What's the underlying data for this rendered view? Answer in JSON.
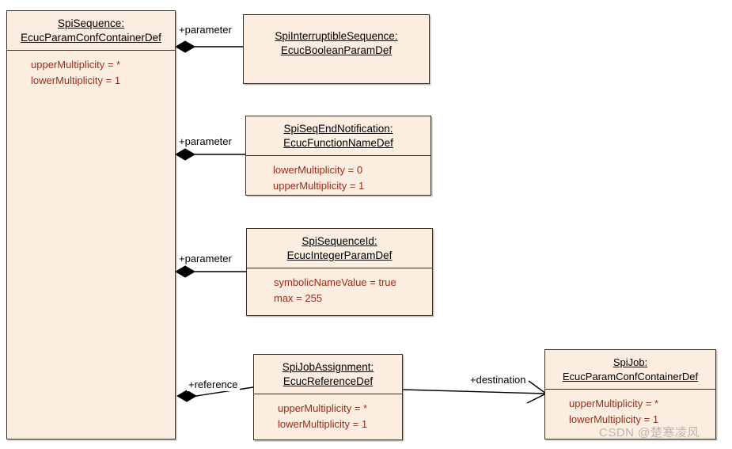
{
  "diagram": {
    "title": "SpiSequence EcucParamConfContainerDef structure",
    "colors": {
      "box_fill": "#fbeee0",
      "box_border": "#3b3024",
      "title_text": "#000000",
      "attribute_text": "#9e2a18",
      "edge": "#000000",
      "background": "#ffffff"
    },
    "boxes": [
      {
        "id": "spisequence",
        "title_line1": "SpiSequence:",
        "title_line2": "EcucParamConfContainerDef",
        "attributes": [
          "upperMultiplicity = *",
          "lowerMultiplicity = 1"
        ]
      },
      {
        "id": "spiinterruptible",
        "title_line1": "SpiInterruptibleSequence:",
        "title_line2": "EcucBooleanParamDef",
        "attributes": []
      },
      {
        "id": "spiseqend",
        "title_line1": "SpiSeqEndNotification:",
        "title_line2": "EcucFunctionNameDef",
        "attributes": [
          "lowerMultiplicity = 0",
          "upperMultiplicity = 1"
        ]
      },
      {
        "id": "spisequenceid",
        "title_line1": "SpiSequenceId:",
        "title_line2": "EcucIntegerParamDef",
        "attributes": [
          "symbolicNameValue = true",
          "max = 255"
        ]
      },
      {
        "id": "spijobassignment",
        "title_line1": "SpiJobAssignment:",
        "title_line2": "EcucReferenceDef",
        "attributes": [
          "upperMultiplicity = *",
          "lowerMultiplicity = 1"
        ]
      },
      {
        "id": "spijob",
        "title_line1": "SpiJob:",
        "title_line2": "EcucParamConfContainerDef",
        "attributes": [
          "upperMultiplicity = *",
          "lowerMultiplicity = 1"
        ]
      }
    ],
    "edges": [
      {
        "id": "parameter-1",
        "label": "+parameter",
        "from": "spisequence",
        "to": "spiinterruptible",
        "source_marker": "filled-diamond",
        "target_marker": "none"
      },
      {
        "id": "parameter-2",
        "label": "+parameter",
        "from": "spisequence",
        "to": "spiseqend",
        "source_marker": "filled-diamond",
        "target_marker": "none"
      },
      {
        "id": "parameter-3",
        "label": "+parameter",
        "from": "spisequence",
        "to": "spisequenceid",
        "source_marker": "filled-diamond",
        "target_marker": "none"
      },
      {
        "id": "reference",
        "label": "+reference",
        "from": "spisequence",
        "to": "spijobassignment",
        "source_marker": "filled-diamond",
        "target_marker": "none"
      },
      {
        "id": "destination",
        "label": "+destination",
        "from": "spijobassignment",
        "to": "spijob",
        "source_marker": "none",
        "target_marker": "open-arrow"
      }
    ]
  },
  "watermark": {
    "text": "CSDN @楚寒凌风"
  }
}
